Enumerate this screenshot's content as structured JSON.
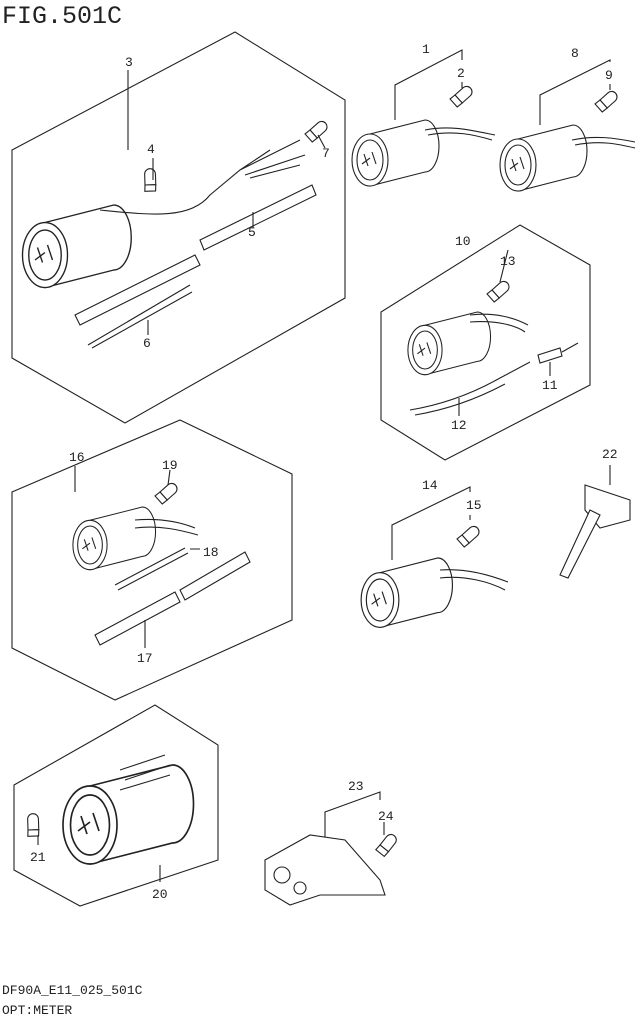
{
  "figure": {
    "title": "FIG.501C"
  },
  "footer": {
    "code": "DF90A_E11_025_501C",
    "caption": "OPT:METER"
  },
  "callouts": [
    "1",
    "2",
    "3",
    "4",
    "5",
    "6",
    "7",
    "8",
    "9",
    "10",
    "11",
    "12",
    "13",
    "14",
    "15",
    "16",
    "17",
    "18",
    "19",
    "20",
    "21",
    "22",
    "23",
    "24"
  ]
}
